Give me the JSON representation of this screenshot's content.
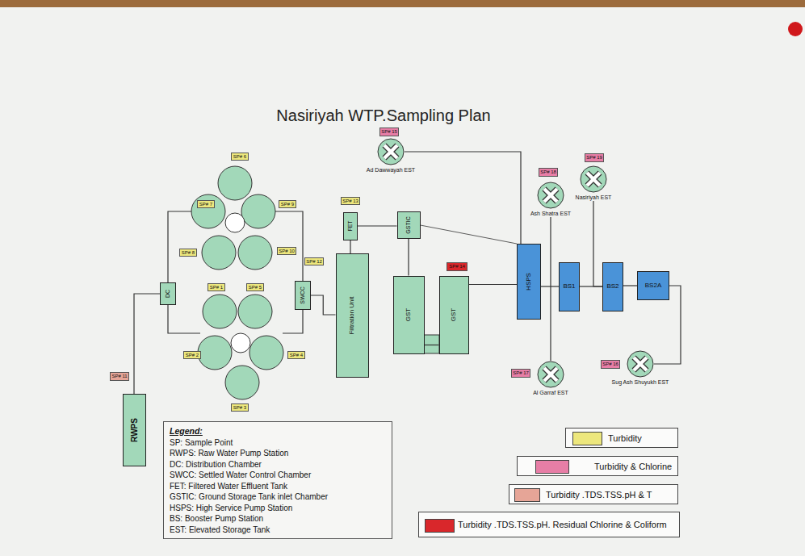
{
  "diagram": {
    "title": "Nasiriyah WTP.Sampling Plan",
    "nodes": [
      {
        "text": [
          "SP# 15"
        ]
      },
      {
        "text": [
          "Ad Dawwayah EST"
        ]
      },
      {
        "text": [
          "SP# 6"
        ]
      },
      {
        "text": [
          "SP# 7"
        ]
      },
      {
        "text": [
          "SP# 9"
        ]
      },
      {
        "text": [
          "SP# 8"
        ]
      },
      {
        "text": [
          "SP# 10"
        ]
      },
      {
        "text": [
          "SP# 13"
        ]
      },
      {
        "text": [
          "FET"
        ]
      },
      {
        "text": [
          "SP# 18"
        ]
      },
      {
        "text": [
          "Ash Shatra EST"
        ]
      },
      {
        "text": [
          "SP# 19"
        ]
      },
      {
        "text": [
          "Nasiriyah EST"
        ]
      },
      {
        "text": [
          "GSTIC"
        ]
      },
      {
        "text": [
          "SP# 12"
        ]
      },
      {
        "text": [
          "SWCC"
        ]
      },
      {
        "text": [
          "DC"
        ]
      },
      {
        "text": [
          "Filtration Unit"
        ]
      },
      {
        "text": [
          "SP# 14"
        ]
      },
      {
        "text": [
          "GST"
        ]
      },
      {
        "text": [
          "GST"
        ]
      },
      {
        "text": [
          "HSPS"
        ]
      },
      {
        "text": [
          "BS1"
        ]
      },
      {
        "text": [
          "BS2"
        ]
      },
      {
        "text": [
          "BS2A"
        ]
      },
      {
        "text": [
          "SP# 1"
        ]
      },
      {
        "text": [
          "SP# 5"
        ]
      },
      {
        "text": [
          "SP# 2"
        ]
      },
      {
        "text": [
          "SP# 4"
        ]
      },
      {
        "text": [
          "SP# 11"
        ]
      },
      {
        "text": [
          "SP# 17"
        ]
      },
      {
        "text": [
          "Al Garraf EST"
        ]
      },
      {
        "text": [
          "SP# 16"
        ]
      },
      {
        "text": [
          "Sug Ash Shuyukh EST"
        ]
      },
      {
        "text": [
          "SP# 3"
        ]
      },
      {
        "text": [
          "RWPS"
        ]
      },
      {
        "text": [
          "Legend:",
          "SP: Sample Point",
          "RWPS: Raw Water Pump Station",
          "DC: Distribution Chamber",
          "SWCC: Settled Water Control Chamber",
          "FET: Filtered Water Effluent Tank",
          "GSTIC: Ground Storage Tank inlet Chamber",
          "HSPS: High Service Pump Station",
          "BS: Booster Pump Station",
          "EST: Elevated Storage Tank"
        ]
      }
    ],
    "edges": [
      {
        "from": 35,
        "to": 16,
        "arrow": "none"
      },
      {
        "from": 15,
        "to": 17,
        "arrow": "none"
      },
      {
        "from": 17,
        "to": 8,
        "arrow": "none"
      },
      {
        "from": 8,
        "to": 13,
        "arrow": "none"
      },
      {
        "from": 13,
        "to": 19,
        "arrow": "none"
      },
      {
        "from": 20,
        "to": 21,
        "arrow": "none"
      },
      {
        "from": 13,
        "to": 21,
        "arrow": "none"
      },
      {
        "from": 1,
        "to": 21,
        "arrow": "none"
      },
      {
        "from": 21,
        "to": 22,
        "arrow": "none"
      },
      {
        "from": 22,
        "to": 23,
        "arrow": "none"
      },
      {
        "from": 23,
        "to": 24,
        "arrow": "none"
      },
      {
        "from": 10,
        "to": 31,
        "arrow": "none"
      },
      {
        "from": 12,
        "to": 23,
        "arrow": "none"
      },
      {
        "from": 24,
        "to": 33,
        "arrow": "none"
      },
      {
        "from": 19,
        "to": 20,
        "arrow": "none"
      }
    ],
    "legend": [
      {
        "text": "Turbidity",
        "color": "#ede77d"
      },
      {
        "text": "Turbidity & Chlorine",
        "color": "#e77ea6"
      },
      {
        "text": "Turbidity .TDS.TSS.pH & T",
        "color": "#e6a597"
      },
      {
        "text": "Turbidity .TDS.TSS.pH. Residual Chlorine & Coliform",
        "color": "#d9272b"
      }
    ]
  }
}
